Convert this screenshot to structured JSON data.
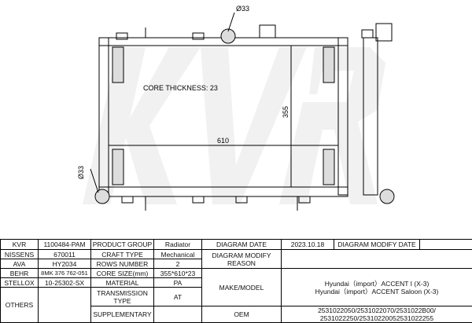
{
  "drawing": {
    "watermark": "KVR",
    "pipe_top": "Ø33",
    "pipe_left": "Ø33",
    "core_thickness": "CORE THICKNESS: 23",
    "height_dim": "355",
    "width_dim": "610"
  },
  "table": {
    "kvr_label": "KVR",
    "kvr_value": "1100484-PAM",
    "nissens_label": "NISSENS",
    "nissens_value": "670011",
    "ava_label": "AVA",
    "ava_value": "HY2034",
    "behr_label": "BEHR",
    "behr_value": "8MK 376 762-051",
    "stellox_label": "STELLOX",
    "stellox_value": "10-25302-SX",
    "others_label": "OTHERS",
    "others_value": "",
    "product_group_label": "PRODUCT GROUP",
    "product_group_value": "Radiator",
    "craft_type_label": "CRAFT TYPE",
    "craft_type_value": "Mechanical",
    "rows_number_label": "ROWS NUMBER",
    "rows_number_value": "2",
    "core_size_label": "CORE SIZE(mm)",
    "core_size_value": "355*610*23",
    "material_label": "MATERIAL",
    "material_value": "PA",
    "transmission_label": "TRANSMISSION TYPE",
    "transmission_value": "AT",
    "supplementary_label": "SUPPLEMENTARY",
    "supplementary_value": "",
    "diagram_date_label": "DIAGRAM DATE",
    "diagram_date_value": "2023.10.18",
    "diagram_modify_date_label": "DIAGRAM MODIFY DATE",
    "diagram_modify_date_value": "",
    "modify_reason_label": "DIAGRAM MODIFY REASON",
    "modify_reason_value": "",
    "make_model_label": "MAKE/MODEL",
    "make_model_1": "Hyundai（import）ACCENT I (X-3)",
    "make_model_2": "Hyundai（import）ACCENT Saloon (X-3)",
    "oem_label": "OEM",
    "oem_1": "2531022050/2531022070/2531022B00/",
    "oem_2": "2531022250/25310220052531022255"
  }
}
